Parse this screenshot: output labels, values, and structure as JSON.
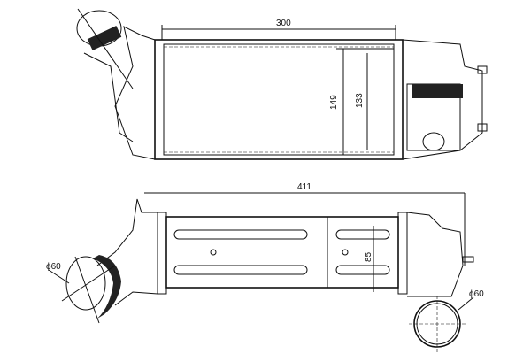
{
  "top_view": {
    "dim_width": "300",
    "dim_height_outer": "149",
    "dim_height_inner": "133"
  },
  "bottom_view": {
    "dim_overall_length": "411",
    "dim_depth": "85",
    "dim_inlet_diameter": "ϕ60",
    "dim_outlet_diameter": "ϕ60"
  }
}
